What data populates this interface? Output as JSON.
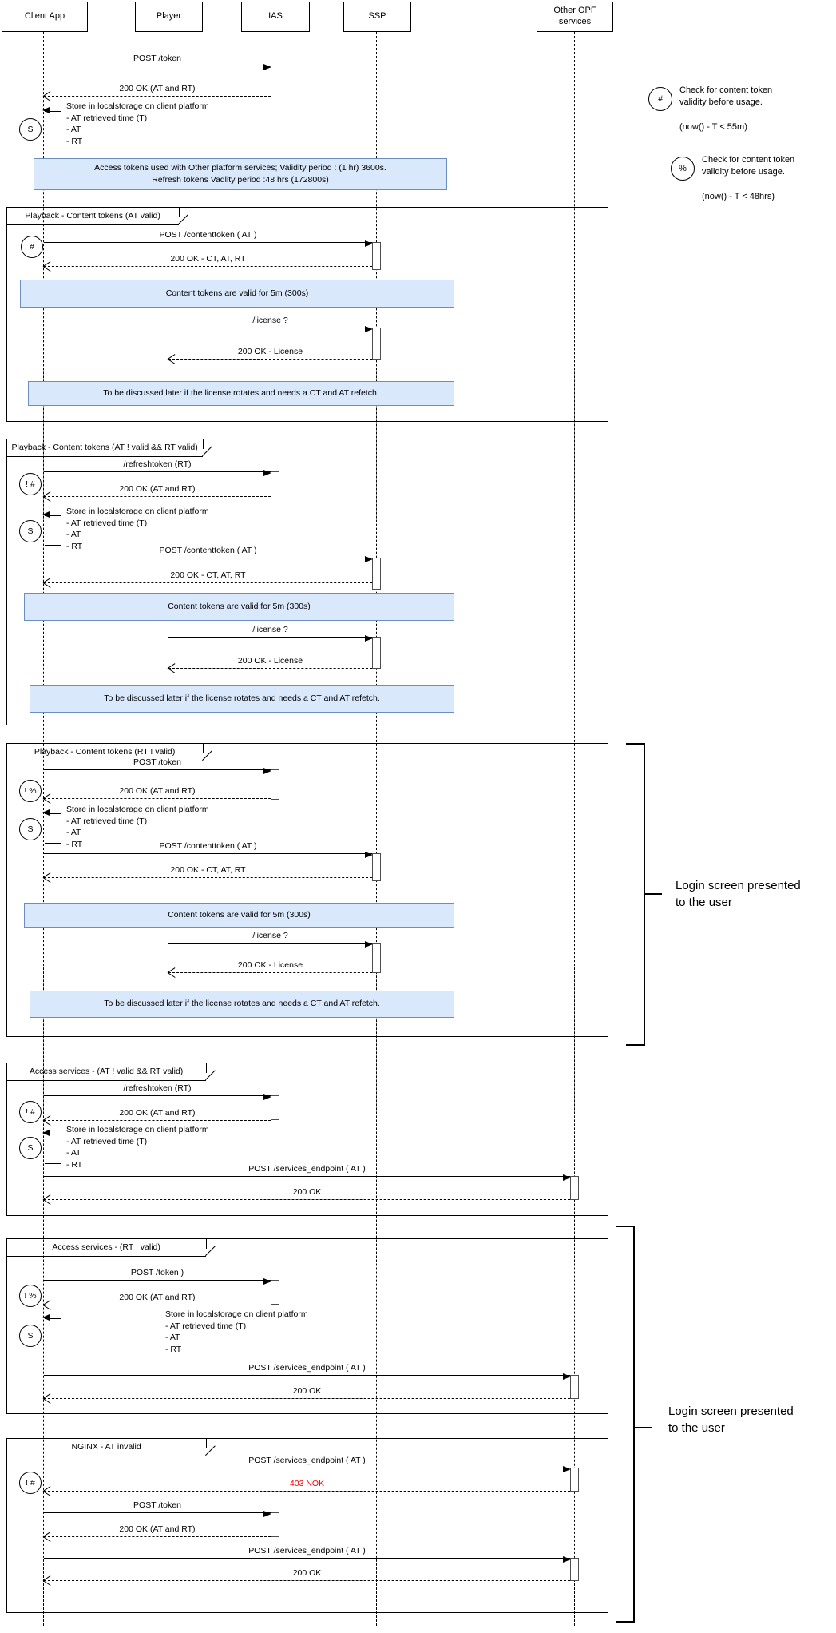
{
  "participants": [
    {
      "label": "Client App"
    },
    {
      "label": "Player"
    },
    {
      "label": "IAS"
    },
    {
      "label": "SSP"
    },
    {
      "label": "Other OPF services"
    }
  ],
  "legend": [
    {
      "symbol": "#",
      "line1": "Check for content token",
      "line2": "validity before usage.",
      "formula": "(now() - T < 55m)"
    },
    {
      "symbol": "%",
      "line1": "Check for content token",
      "line2": "validity before usage.",
      "formula": "(now() - T < 48hrs)"
    }
  ],
  "frames": [
    {
      "title": "Playback - Content tokens (AT valid)"
    },
    {
      "title": "Playback - Content tokens (AT ! valid && RT valid)"
    },
    {
      "title": "Playback - Content tokens (RT ! valid)"
    },
    {
      "title": "Access services - (AT ! valid && RT valid)"
    },
    {
      "title": "Access services - (RT ! valid)"
    },
    {
      "title": "NGINX - AT invalid"
    }
  ],
  "messages": {
    "post_token": "POST /token",
    "post_token_extra": "POST /token )",
    "ok_at_rt": "200 OK (AT and RT)",
    "post_contenttoken": "POST /contenttoken ( AT )",
    "ok_ct_at_rt": "200 OK - CT, AT, RT",
    "license_req": "/license ?",
    "ok_license": "200 OK - License",
    "refresh_token": "/refreshtoken (RT)",
    "post_services_endpoint": "POST /services_endpoint ( AT )",
    "ok_200": "200 OK",
    "nok_403": "403 NOK"
  },
  "notes": {
    "validity_line1": "Access tokens used with Other platform services; Validity period : (1 hr) 3600s.",
    "validity_line2": "Refresh tokens Vadlity period :48 hrs (172800s)",
    "ct_valid": "Content tokens are valid for 5m (300s)",
    "license_later": "To be discussed later if the license rotates and needs a CT and AT refetch."
  },
  "self_store": {
    "title": "Store in localstorage on client platform",
    "lines": [
      "- AT retrieved time (T)",
      "- AT",
      "- RT"
    ]
  },
  "badges": {
    "s": "S",
    "hash": "#",
    "not_hash": "! #",
    "not_pct": "! %"
  },
  "annotations": {
    "login_screen": "Login screen presented to the user"
  },
  "colors": {
    "note_fill": "#dae8fc",
    "note_border": "#6c8ebf",
    "error_text": "#ff0000",
    "line": "#000000"
  }
}
